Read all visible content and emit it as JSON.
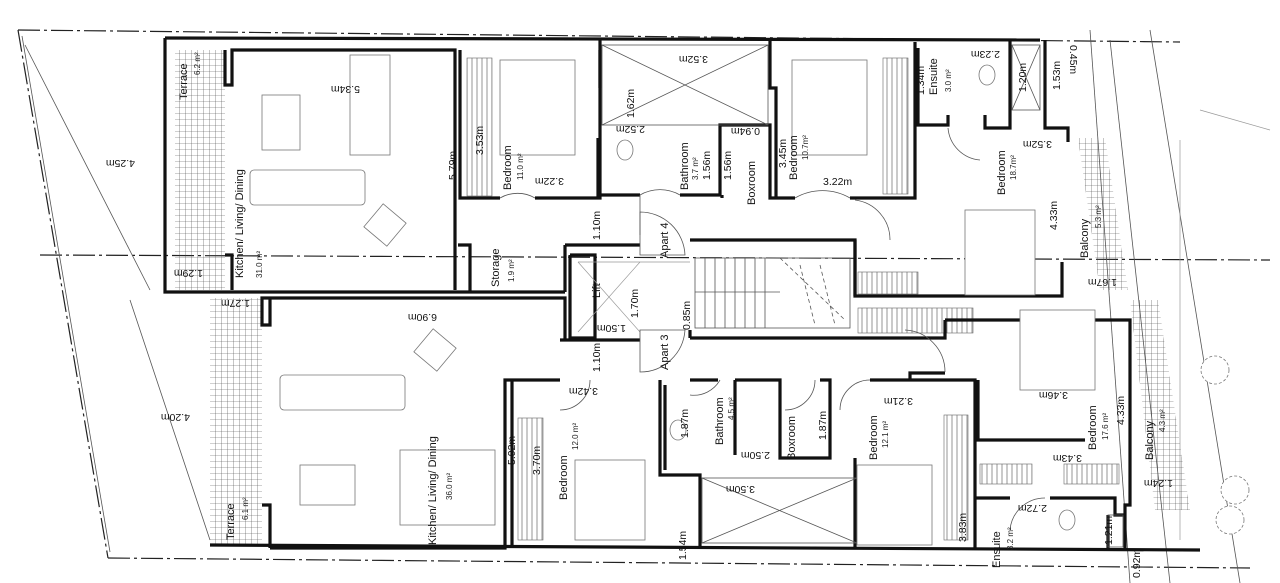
{
  "colors": {
    "wall": "#111111",
    "line": "#555555",
    "background": "#ffffff"
  },
  "apartments": {
    "upper": "Apart 4",
    "lower": "Apart 3"
  },
  "core": {
    "lift": "Lift",
    "lift_width": "1.50m",
    "lift_depth": "1.70m",
    "lift_clear_top": "1.10m",
    "lift_clear_bottom": "1.10m",
    "stair_width": "0.85m"
  },
  "apart4": {
    "terrace": {
      "name": "Terrace",
      "area": "6.2 m²",
      "depth": "4.25m",
      "width": "1.29m"
    },
    "living": {
      "name": "Kitchen/ Living/ Dining",
      "area": "31.0 m²",
      "width": "5.34m",
      "depth": "5.79m"
    },
    "bedroom1": {
      "name": "Bedroom",
      "area": "11.0 m²",
      "depth": "3.53m",
      "width": "3.22m"
    },
    "void": {
      "width": "3.52m",
      "depth": "1.62m"
    },
    "bathroom": {
      "name": "Bathroom",
      "area": "3.7 m²",
      "width": "2.52m",
      "depth": "1.56m"
    },
    "boxroom": {
      "name": "Boxroom",
      "width": "0.94m",
      "depth": "1.56m"
    },
    "bedroom2": {
      "name": "Bedroom",
      "area": "10.7m²",
      "depth": "3.45m",
      "width": "3.22m"
    },
    "ensuite": {
      "name": "Ensuite",
      "area": "3.0 m²",
      "depth": "1.34m",
      "width": "2.23m",
      "shaft": "1.20m"
    },
    "bedroom3": {
      "name": "Bedroom",
      "area": "18.7m²",
      "width": "3.52m",
      "depth": "4.33m"
    },
    "balcony": {
      "name": "Balcony",
      "area": "5.3 m²",
      "width": "1.67m",
      "dim_a": "1.53m",
      "dim_b": "0.45m"
    },
    "storage": {
      "name": "Storage",
      "area": "1.9 m²"
    }
  },
  "apart3": {
    "terrace": {
      "name": "Terrace",
      "area": "6.1 m²",
      "depth": "4.20m",
      "width": "1.27m"
    },
    "living": {
      "name": "Kitchen/ Living/ Dining",
      "area": "36.0 m²",
      "width": "6.90m",
      "depth": "5.92m"
    },
    "bedroom1": {
      "name": "Bedroom",
      "area": "12.0 m²",
      "width": "3.42m",
      "depth": "3.70m"
    },
    "bathroom": {
      "name": "Bathroom",
      "area": "4.5 m²",
      "depth": "1.87m",
      "width": "2.50m"
    },
    "boxroom": {
      "name": "Boxroom",
      "depth": "1.87m"
    },
    "void": {
      "width": "3.50m",
      "depth": "1.54m"
    },
    "bedroom2": {
      "name": "Bedroom",
      "area": "12.1 m²",
      "width": "3.21m",
      "depth": "3.83m"
    },
    "bedroom3": {
      "name": "Bedroom",
      "area": "17.6 m²",
      "width": "3.46m",
      "depth": "4.33m",
      "width2": "3.43m"
    },
    "ensuite": {
      "name": "Ensuite",
      "area": "3.2 m²",
      "width": "2.72m",
      "shaft": "1.21m"
    },
    "balcony": {
      "name": "Balcony",
      "area": "4.3 m²",
      "width": "1.24m",
      "dim": "0.92m"
    }
  }
}
